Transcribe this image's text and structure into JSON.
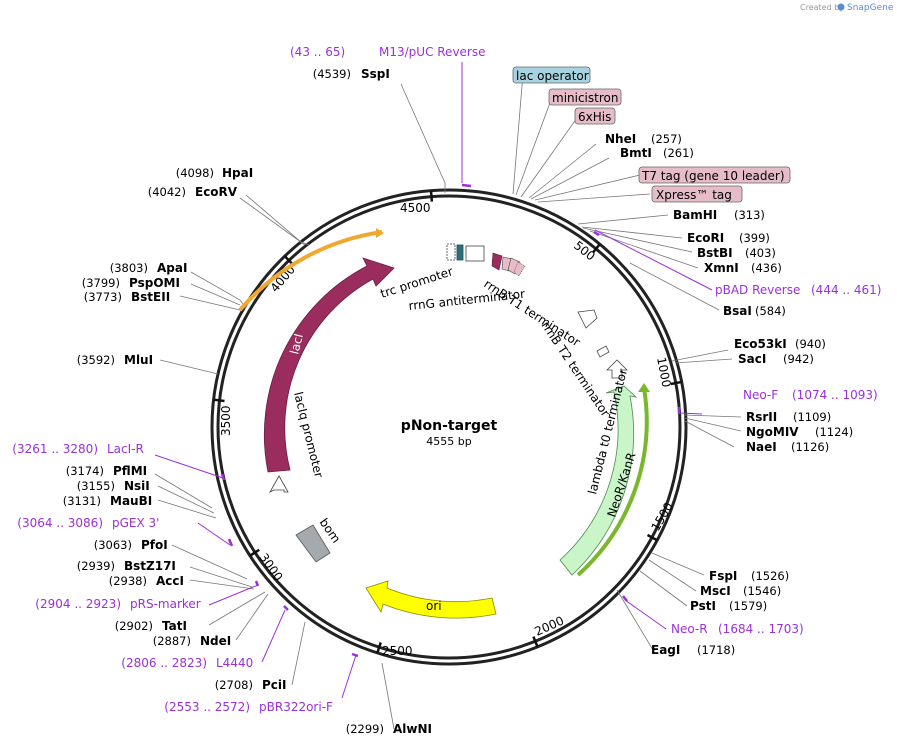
{
  "credit": {
    "created_by": "Created by",
    "brand": "SnapGene"
  },
  "map": {
    "name": "pNon-target",
    "size": "4555 bp"
  },
  "ticks": [
    {
      "label": "500",
      "bp": 500
    },
    {
      "label": "1000",
      "bp": 1000
    },
    {
      "label": "1500",
      "bp": 1500
    },
    {
      "label": "2000",
      "bp": 2000
    },
    {
      "label": "2500",
      "bp": 2500
    },
    {
      "label": "3000",
      "bp": 3000
    },
    {
      "label": "3500",
      "bp": 3500
    },
    {
      "label": "4000",
      "bp": 4000
    },
    {
      "label": "4500",
      "bp": 4500
    }
  ],
  "labels": [
    {
      "pos": "(4539)",
      "name": "SspI",
      "kind": "enzyme"
    },
    {
      "pos": "(4098)",
      "name": "HpaI",
      "kind": "enzyme"
    },
    {
      "pos": "(4042)",
      "name": "EcoRV",
      "kind": "enzyme"
    },
    {
      "pos": "(3803)",
      "name": "ApaI",
      "kind": "enzyme"
    },
    {
      "pos": "(3799)",
      "name": "PspOMI",
      "kind": "enzyme"
    },
    {
      "pos": "(3773)",
      "name": "BstEII",
      "kind": "enzyme"
    },
    {
      "pos": "(3592)",
      "name": "MluI",
      "kind": "enzyme"
    },
    {
      "pos": "(3261 .. 3280)",
      "name": "LacI-R",
      "kind": "primer"
    },
    {
      "pos": "(3174)",
      "name": "PflMI",
      "kind": "enzyme"
    },
    {
      "pos": "(3155)",
      "name": "NsiI",
      "kind": "enzyme"
    },
    {
      "pos": "(3131)",
      "name": "MauBI",
      "kind": "enzyme"
    },
    {
      "pos": "(3064 .. 3086)",
      "name": "pGEX 3'",
      "kind": "primer"
    },
    {
      "pos": "(3063)",
      "name": "PfoI",
      "kind": "enzyme"
    },
    {
      "pos": "(2939)",
      "name": "BstZ17I",
      "kind": "enzyme"
    },
    {
      "pos": "(2938)",
      "name": "AccI",
      "kind": "enzyme"
    },
    {
      "pos": "(2904 .. 2923)",
      "name": "pRS-marker",
      "kind": "primer"
    },
    {
      "pos": "(2902)",
      "name": "TatI",
      "kind": "enzyme"
    },
    {
      "pos": "(2887)",
      "name": "NdeI",
      "kind": "enzyme"
    },
    {
      "pos": "(2806 .. 2823)",
      "name": "L4440",
      "kind": "primer"
    },
    {
      "pos": "(2708)",
      "name": "PciI",
      "kind": "enzyme"
    },
    {
      "pos": "(2553 .. 2572)",
      "name": "pBR322ori-F",
      "kind": "primer"
    },
    {
      "pos": "(2299)",
      "name": "AlwNI",
      "kind": "enzyme"
    },
    {
      "pos": "(43 .. 65)",
      "name": "M13/pUC Reverse",
      "kind": "primer"
    },
    {
      "pos": "(257)",
      "name": "NheI",
      "kind": "enzyme"
    },
    {
      "pos": "(261)",
      "name": "BmtI",
      "kind": "enzyme"
    },
    {
      "pos": "(313)",
      "name": "BamHI",
      "kind": "enzyme"
    },
    {
      "pos": "(399)",
      "name": "EcoRI",
      "kind": "enzyme"
    },
    {
      "pos": "(403)",
      "name": "BstBI",
      "kind": "enzyme"
    },
    {
      "pos": "(436)",
      "name": "XmnI",
      "kind": "enzyme"
    },
    {
      "pos": "(444 .. 461)",
      "name": "pBAD Reverse",
      "kind": "primer"
    },
    {
      "pos": "(584)",
      "name": "BsaI",
      "kind": "enzyme"
    },
    {
      "pos": "(940)",
      "name": "Eco53kI",
      "kind": "enzyme"
    },
    {
      "pos": "(942)",
      "name": "SacI",
      "kind": "enzyme"
    },
    {
      "pos": "(1074 .. 1093)",
      "name": "Neo-F",
      "kind": "primer"
    },
    {
      "pos": "(1109)",
      "name": "RsrII",
      "kind": "enzyme"
    },
    {
      "pos": "(1124)",
      "name": "NgoMIV",
      "kind": "enzyme"
    },
    {
      "pos": "(1126)",
      "name": "NaeI",
      "kind": "enzyme"
    },
    {
      "pos": "(1526)",
      "name": "FspI",
      "kind": "enzyme"
    },
    {
      "pos": "(1546)",
      "name": "MscI",
      "kind": "enzyme"
    },
    {
      "pos": "(1579)",
      "name": "PstI",
      "kind": "enzyme"
    },
    {
      "pos": "(1684 .. 1703)",
      "name": "Neo-R",
      "kind": "primer"
    },
    {
      "pos": "(1718)",
      "name": "EagI",
      "kind": "enzyme"
    }
  ],
  "boxed_features": [
    {
      "text": "lac operator",
      "color": "#a7d3e0"
    },
    {
      "text": "minicistron",
      "color": "#e6bcc9"
    },
    {
      "text": "6xHis",
      "color": "#e6bcc9"
    },
    {
      "text": "T7 tag (gene 10 leader)",
      "color": "#e6bcc9"
    },
    {
      "text": "Xpress™ tag",
      "color": "#e6bcc9"
    }
  ],
  "features": {
    "trc_promoter": "trc promoter",
    "rrnG_antiterminator": "rrnG antiterminator",
    "rrnB_T1": "rrnB T1 terminator",
    "rrnB_T2": "rrnB T2 terminator",
    "lambda_t0": "lambda t0 terminator",
    "neo": "NeoR/KanR",
    "ori": "ori",
    "bom": "bom",
    "lacIq": "lacIq promoter",
    "lacI": "lacI"
  },
  "colors": {
    "lacI": "#9b2d5e",
    "ori": "#ffff00",
    "neo": "#c9f5c9",
    "bom": "#a5aaae",
    "primer": "#9b30d9",
    "orf_orange": "#f0a830",
    "orf_green": "#78b82a",
    "lac_operator": "#a7d3e0",
    "tag_pink": "#e6bcc9"
  }
}
